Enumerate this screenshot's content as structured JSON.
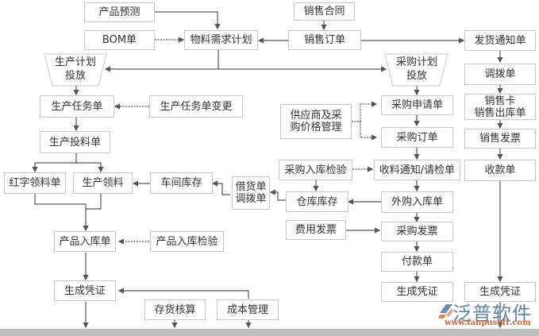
{
  "diagram": {
    "title": "ERP业务流程图",
    "nodes": {
      "product_forecast": "产品预测",
      "bom": "BOM单",
      "material_plan": "物料需求计划",
      "sales_contract": "销售合同",
      "sales_order": "销售订单",
      "delivery_notice": "发货通知单",
      "production_plan_release": "生产计划\n投放",
      "purchase_plan_release": "采购计划\n投放",
      "transfer_order_sales": "调拨单",
      "production_task": "生产任务单",
      "production_task_change": "生产任务单变更",
      "supplier_price_mgmt": "供应商及采\n购价格管理",
      "purchase_request": "采购申请单",
      "sales_card_outbound": "销售卡\n销售出库单",
      "purchase_order": "采购订单",
      "sales_invoice": "销售发票",
      "production_feed": "生产投料单",
      "purchase_inbound_inspection": "采购入库检验",
      "receiving_notice": "收料通知/请检单",
      "receipt_voucher": "收款单",
      "red_material_requisition": "红字领料单",
      "production_requisition": "生产领料",
      "workshop_inventory": "车间库存",
      "borrow_transfer": "借货单\n调拨单",
      "warehouse_inventory": "仓库库存",
      "external_purchase_inbound": "外购入库单",
      "expense_invoice": "费用发票",
      "purchase_invoice": "采购发票",
      "product_inbound": "产品入库单",
      "product_inbound_inspection": "产品入库检验",
      "payment_voucher": "付款单",
      "voucher_left": "生成凭证",
      "voucher_mid": "生成凭证",
      "voucher_right": "生成凭证",
      "inventory_accounting": "存货核算",
      "cost_management": "成本管理"
    },
    "line_color": "#555555",
    "box_border_color": "#c8c8c8"
  },
  "watermark": {
    "brand": "泛普软件",
    "url": "www.fanpusoft.com",
    "brand_color": "#5f7fa6",
    "url_color": "#c8693f"
  }
}
